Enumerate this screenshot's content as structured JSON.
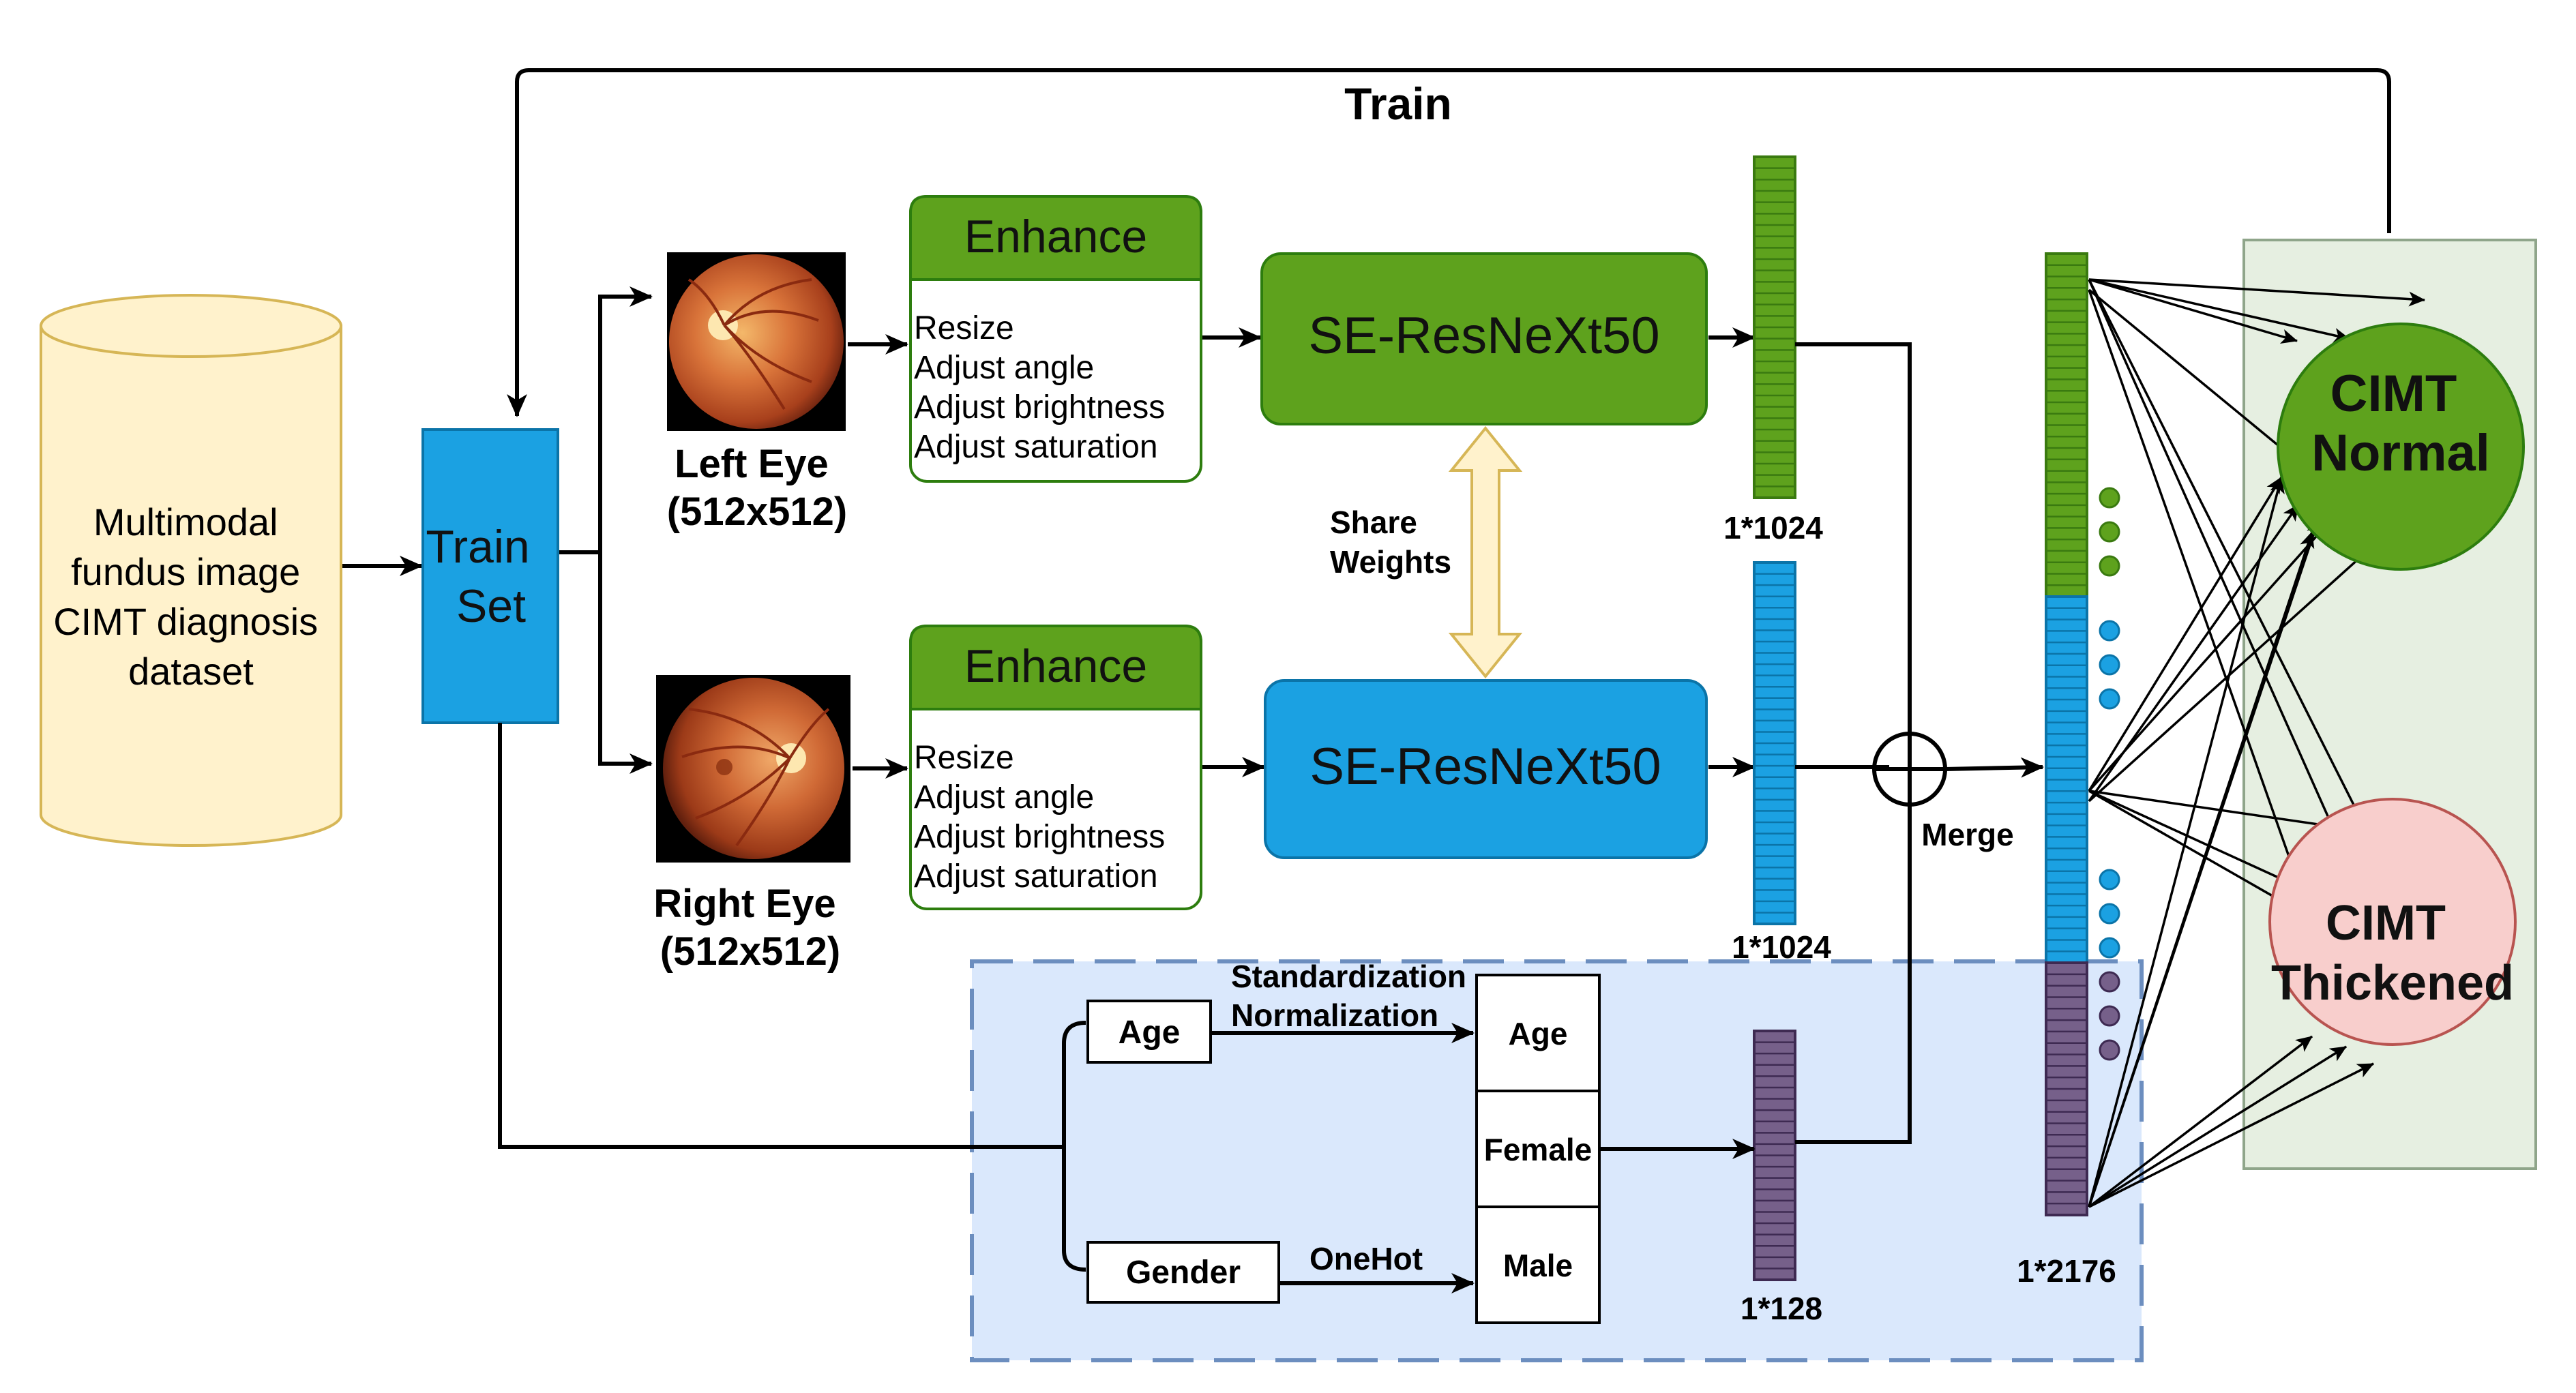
{
  "title": "Train",
  "dataset_label": [
    "Multimodal",
    "fundus image",
    "CIMT diagnosis",
    "dataset"
  ],
  "train_set_label": [
    "Train",
    "Set"
  ],
  "left_eye": {
    "name": "Left Eye",
    "size": "(512x512)"
  },
  "right_eye": {
    "name": "Right Eye",
    "size": "(512x512)"
  },
  "enhance": {
    "title": "Enhance",
    "steps": [
      "Resize",
      "Adjust angle",
      "Adjust brightness",
      "Adjust saturation"
    ]
  },
  "backbone_label": "SE-ResNeXt50",
  "share_weights_label": [
    "Share",
    "Weights"
  ],
  "feature_left_dim": "1*1024",
  "feature_right_dim": "1*1024",
  "feature_meta_dim": "1*128",
  "feature_merged_dim": "1*2176",
  "merge_label": "Merge",
  "meta": {
    "age_label": "Age",
    "gender_label": "Gender",
    "age_transform": [
      "Standardization",
      "Normalization"
    ],
    "gender_transform": "OneHot",
    "table_rows": [
      "Age",
      "Female",
      "Male"
    ]
  },
  "outputs": {
    "normal": [
      "CIMT",
      "Normal"
    ],
    "thickened": [
      "CIMT",
      "Thickened"
    ]
  },
  "colors": {
    "green": "#5ea21d",
    "green_dark": "#3a7a10",
    "blue": "#1ba1e2",
    "blue_dark": "#0b74a8",
    "purple": "#76608a",
    "purple_dark": "#3e2a52",
    "dataset_fill": "#fff2cc",
    "dataset_stroke": "#d6b656",
    "meta_region": "#dae8fc",
    "meta_region_stroke": "#6c8ebf",
    "output_panel": "#e6efe1",
    "thickened_fill": "#f8cecc",
    "thickened_stroke": "#b85450",
    "share_arrow_fill": "#fff2cc",
    "share_arrow_stroke": "#d6b656"
  }
}
